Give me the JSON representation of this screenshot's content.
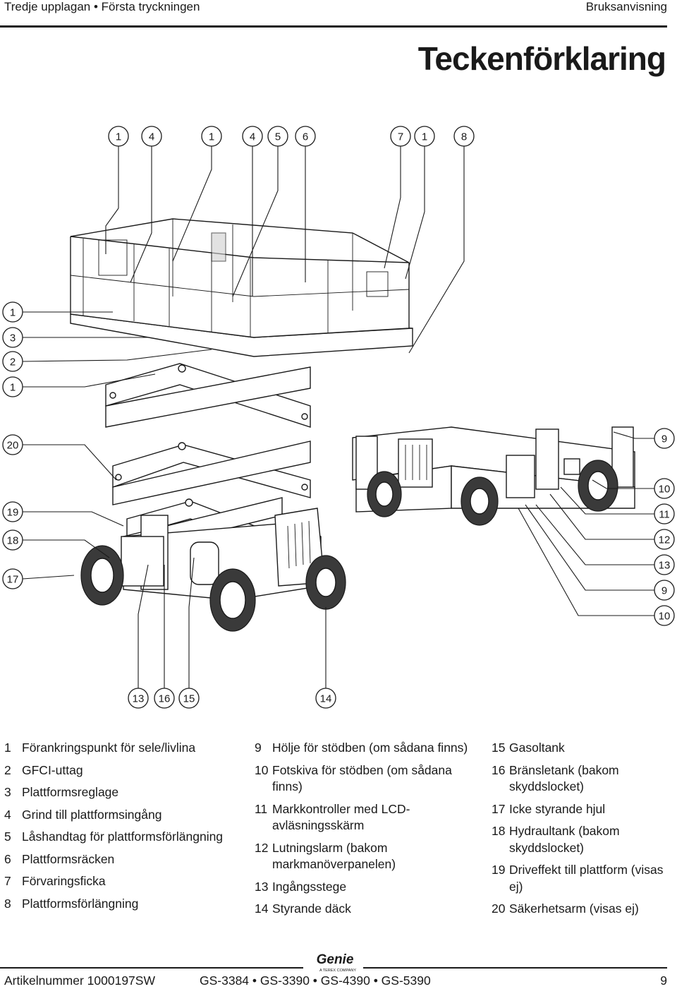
{
  "header": {
    "left": "Tredje upplagan • Första tryckningen",
    "right": "Bruksanvisning"
  },
  "title": "Teckenförklaring",
  "figure": {
    "callouts_top": [
      "1",
      "4",
      "1",
      "4",
      "5",
      "6",
      "7",
      "1",
      "8"
    ],
    "callouts_left": [
      "1",
      "3",
      "2",
      "1",
      "20",
      "19",
      "18",
      "17"
    ],
    "callouts_right": [
      "9",
      "10",
      "11",
      "12",
      "13",
      "9",
      "10"
    ],
    "callouts_bottom": [
      "13",
      "16",
      "15",
      "14"
    ],
    "brand_logo_text": "Genie",
    "brand_logo_sub": "A TEREX COMPANY"
  },
  "legend": {
    "col1": [
      {
        "num": "1",
        "text": "Förankringspunkt för sele/livlina"
      },
      {
        "num": "2",
        "text": "GFCI-uttag"
      },
      {
        "num": "3",
        "text": "Plattformsreglage"
      },
      {
        "num": "4",
        "text": "Grind till plattformsingång"
      },
      {
        "num": "5",
        "text": "Låshandtag för plattformsförlängning"
      },
      {
        "num": "6",
        "text": "Plattformsräcken"
      },
      {
        "num": "7",
        "text": "Förvaringsficka"
      },
      {
        "num": "8",
        "text": "Plattformsförlängning"
      }
    ],
    "col2": [
      {
        "num": "9",
        "text": "Hölje för stödben (om sådana finns)"
      },
      {
        "num": "10",
        "text": "Fotskiva för stödben (om sådana finns)"
      },
      {
        "num": "11",
        "text": "Markkontroller med LCD-avläsningsskärm"
      },
      {
        "num": "12",
        "text": "Lutningslarm (bakom markmanöverpanelen)"
      },
      {
        "num": "13",
        "text": "Ingångsstege"
      },
      {
        "num": "14",
        "text": "Styrande däck"
      }
    ],
    "col3": [
      {
        "num": "15",
        "text": "Gasoltank"
      },
      {
        "num": "16",
        "text": "Bränsletank (bakom skyddslocket)"
      },
      {
        "num": "17",
        "text": "Icke styrande hjul"
      },
      {
        "num": "18",
        "text": "Hydraultank (bakom skyddslocket)"
      },
      {
        "num": "19",
        "text": "Driveffekt till plattform (visas ej)"
      },
      {
        "num": "20",
        "text": "Säkerhetsarm (visas ej)"
      }
    ]
  },
  "footer": {
    "left": "Artikelnummer 1000197SW",
    "center": "GS-3384 • GS-3390 • GS-4390 • GS-5390",
    "right": "9"
  },
  "icons": {
    "callout_shape": "circle-number",
    "machine_drawing": "scissor-lift-illustration",
    "rear_view_drawing": "scissor-lift-base-rear-illustration",
    "logo": "genie-logo"
  }
}
